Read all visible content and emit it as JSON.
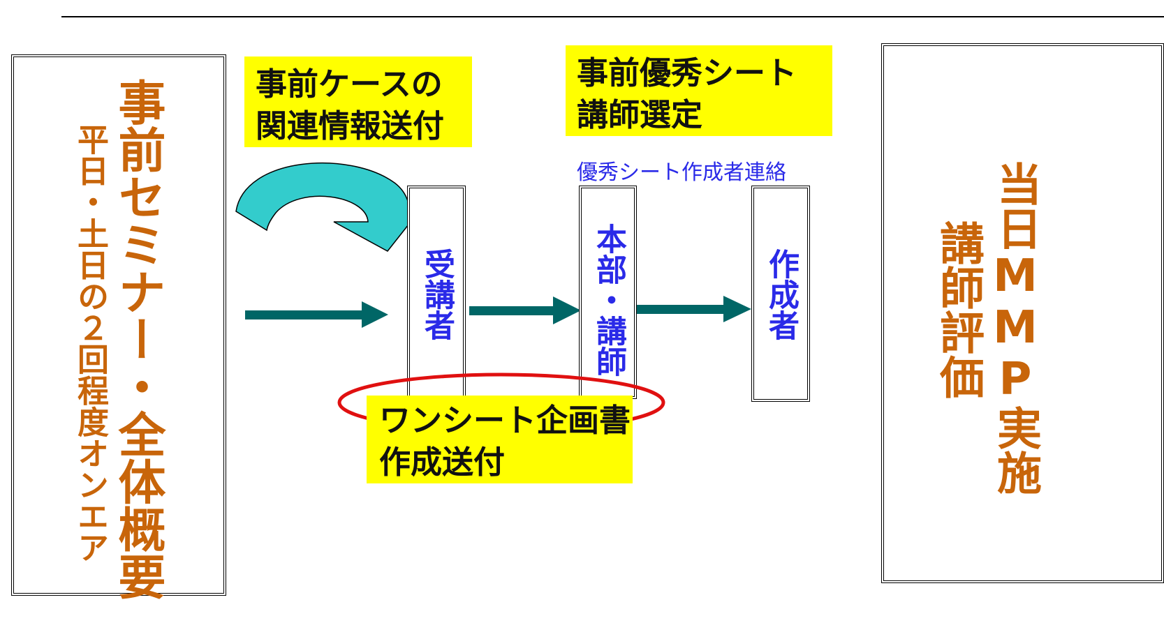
{
  "left_box": {
    "title": "事前セミナー・全体概要",
    "subtitle": "平日・土日の２回程度オンエア"
  },
  "right_box": {
    "title": "当日MMP実施",
    "subtitle": "講師評価"
  },
  "callouts": {
    "prior_case": "事前ケースの\n関連情報送付",
    "excellent_sheet": "事前優秀シート\n講師選定",
    "one_sheet": "ワンシート企画書\n作成送付"
  },
  "note_contact": "優秀シート作成者連絡",
  "nodes": {
    "attendee": "受講者",
    "hq_instructor": "本部・講師",
    "author": "作成者"
  },
  "colors": {
    "orange_text": "#c8650a",
    "blue_text": "#2a2ae8",
    "callout_bg": "#ffff00",
    "arrow": "#006666",
    "curved_arrow": "#33cccc",
    "ellipse": "#e01010"
  }
}
